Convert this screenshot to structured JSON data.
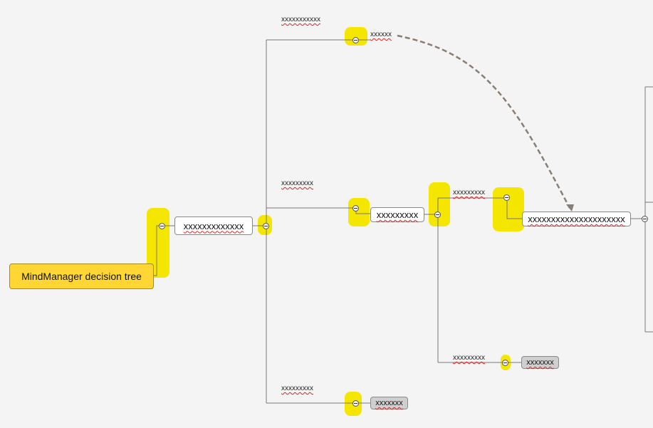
{
  "root": {
    "label": "MindManager decision tree"
  },
  "nodes": {
    "n1": "xxxxxxxxxxxxx",
    "n2": "xxxxxxxxx",
    "n3": "xxxxxxxxxxxxxxxxxxxxx",
    "n4": "xxxxxxx",
    "n5": "xxxxxxx"
  },
  "labels": {
    "top_branch": "xxxxxxxxxxx",
    "top_end": "xxxxxx",
    "mid_branch": "xxxxxxxxx",
    "upper_sub": "xxxxxxxxx",
    "lower_sub": "xxxxxxxxx",
    "bottom_branch": "xxxxxxxxx"
  },
  "colors": {
    "root": "#ffd633",
    "highlight": "#f5e600",
    "arrow": "#8a7d72"
  }
}
